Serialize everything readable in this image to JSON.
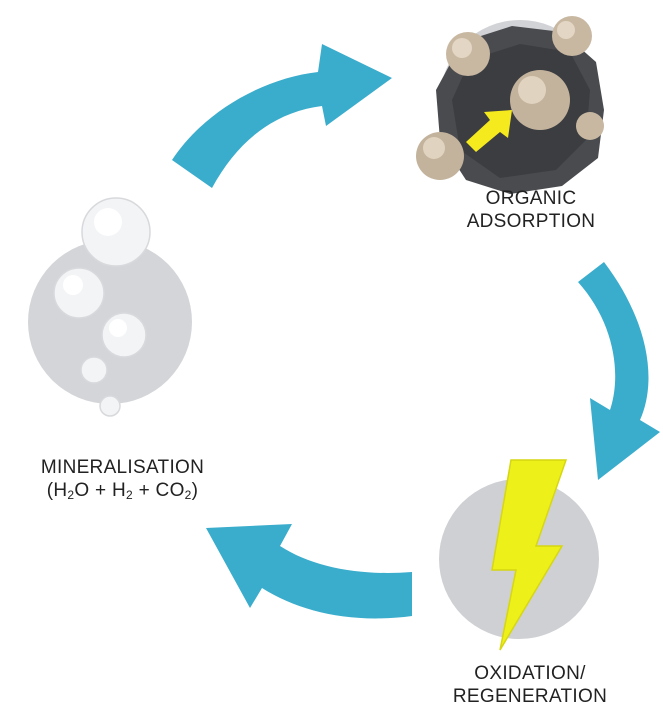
{
  "diagram": {
    "stages": {
      "organic": {
        "line1": "ORGANIC",
        "line2": "ADSORPTION"
      },
      "oxidation": {
        "line1": "OXIDATION/",
        "line2": "REGENERATION"
      },
      "mineralisation": {
        "line1": "MINERALISATION",
        "formula_open": "(H",
        "formula_mid1": "O + H",
        "formula_mid2": " + CO",
        "formula_close": ")",
        "sub1": "2",
        "sub2": "2",
        "sub3": "2"
      }
    },
    "icons": [
      "adsorbent-particle-icon",
      "lightning-bolt-icon",
      "bubbles-icon",
      "cycle-arrow-icon"
    ]
  }
}
